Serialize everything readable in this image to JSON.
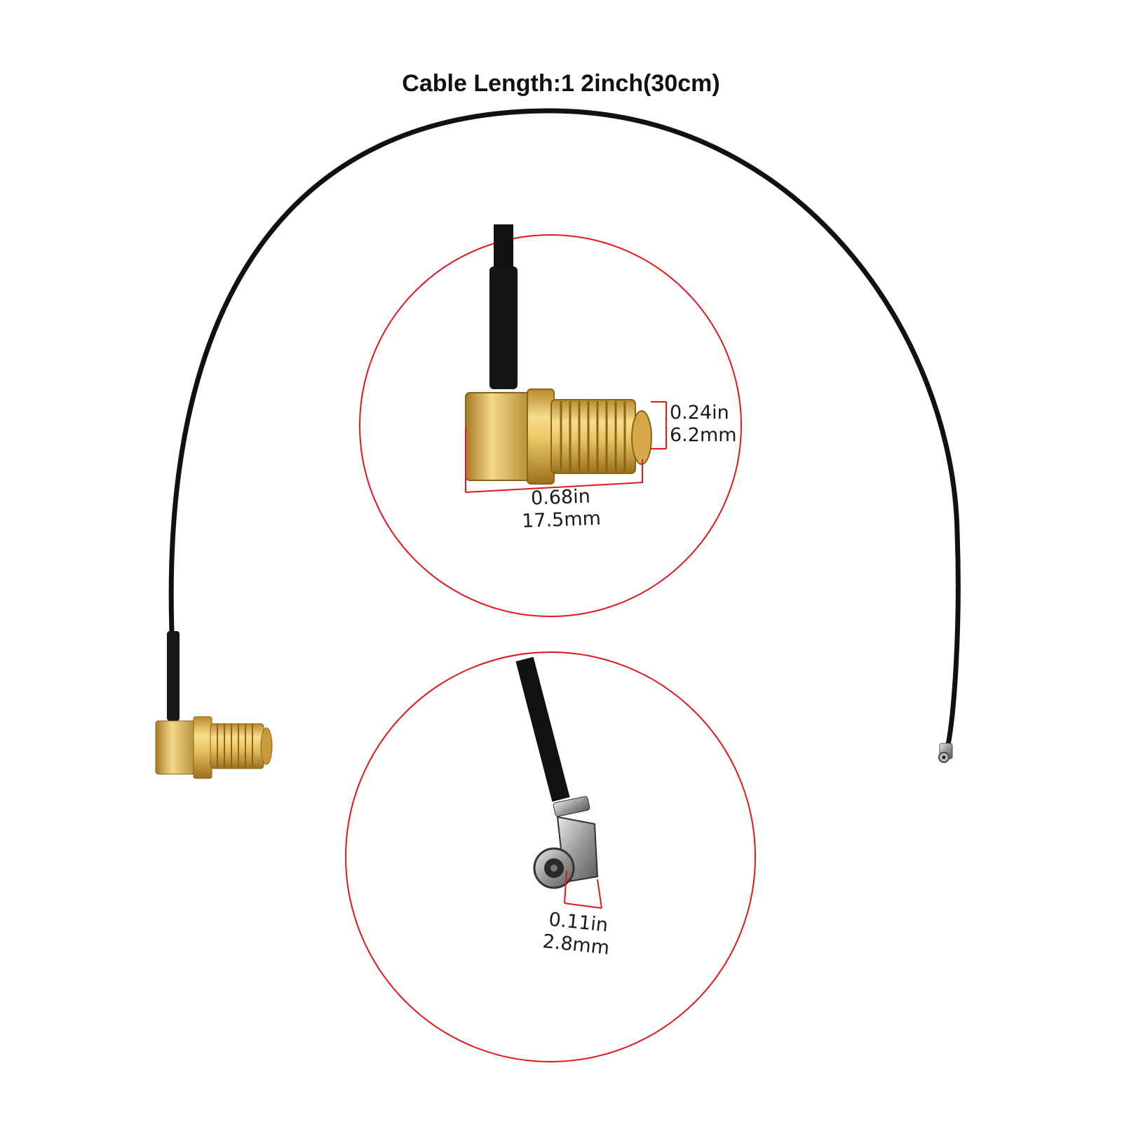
{
  "title": "Cable Length:1 2inch(30cm)",
  "colors": {
    "cable": "#111111",
    "gold": "#d9b24a",
    "circle": "#e3161b",
    "dimension_line": "#e3161b"
  },
  "top_zoom": {
    "length_in": "0.68in",
    "length_mm": "17.5mm",
    "diameter_in": "0.24in",
    "diameter_mm": "6.2mm"
  },
  "bottom_zoom": {
    "size_in": "0.11in",
    "size_mm": "2.8mm"
  }
}
